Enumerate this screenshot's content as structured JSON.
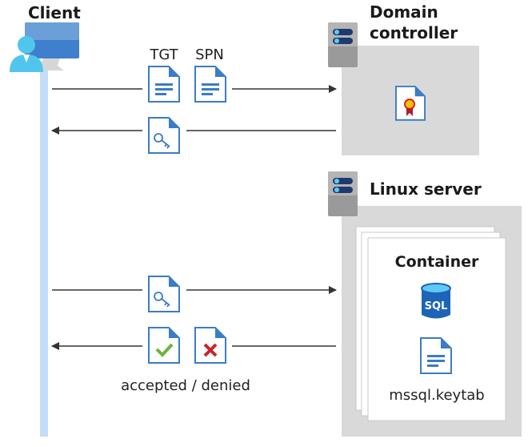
{
  "client": {
    "label": "Client"
  },
  "domain_controller": {
    "label_line1": "Domain",
    "label_line2": "controller"
  },
  "linux_server": {
    "label": "Linux server"
  },
  "container": {
    "label": "Container",
    "sql_icon_text": "SQL",
    "keytab_label": "mssql.keytab"
  },
  "messages": {
    "tgt_label": "TGT",
    "spn_label": "SPN",
    "result_label": "accepted / denied"
  },
  "colors": {
    "box_gray": "#d9d9d9",
    "timeline": "#c5ddf7",
    "doc_blue": "#3a7cc8",
    "check_green": "#6db33f",
    "deny_red": "#c8232c"
  }
}
